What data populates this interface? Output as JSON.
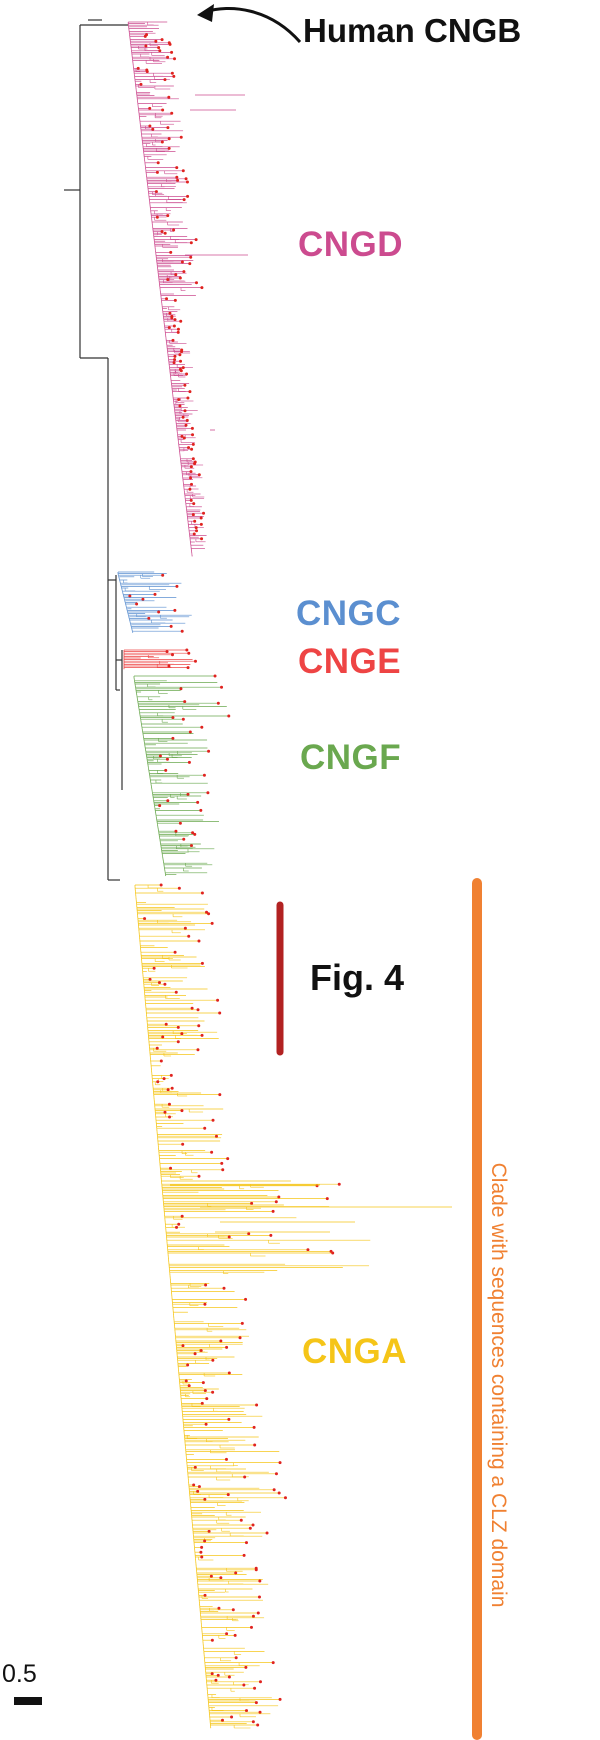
{
  "annotations": {
    "human_cngb": "Human CNGB",
    "fig4": "Fig. 4",
    "clz_clade": "Clade with sequences containing a CLZ domain",
    "scale_bar": "0.5"
  },
  "clades": [
    {
      "name": "CNGD",
      "color": "#cc4b8f"
    },
    {
      "name": "CNGC",
      "color": "#5b8fd0"
    },
    {
      "name": "CNGE",
      "color": "#ee4444"
    },
    {
      "name": "CNGF",
      "color": "#6aa84f"
    },
    {
      "name": "CNGA",
      "color": "#f5c518"
    }
  ],
  "colors": {
    "backbone": "#333333",
    "tip_dot": "#e0231f",
    "fig4_bar": "#b22222",
    "clz_bar": "#f08132"
  }
}
